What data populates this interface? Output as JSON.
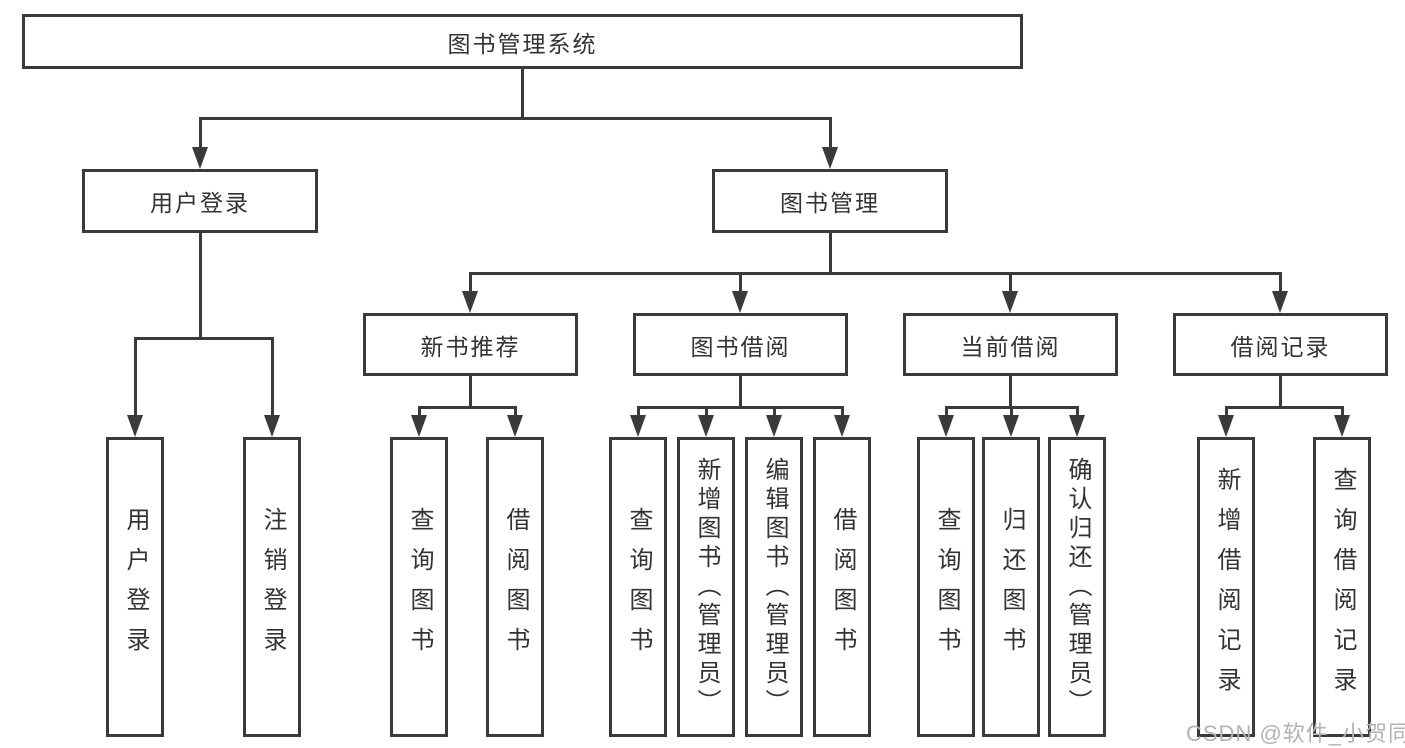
{
  "diagram": {
    "root": "图书管理系统",
    "level2": {
      "user_login": "用户登录",
      "book_management": "图书管理"
    },
    "level3": {
      "recommend": "新书推荐",
      "borrow": "图书借阅",
      "current": "当前借阅",
      "records": "借阅记录"
    },
    "leaves": {
      "user": [
        "用户登录",
        "注销登录"
      ],
      "recommend": [
        "查询图书",
        "借阅图书"
      ],
      "borrow": [
        "查询图书",
        "新增图书（管理员）",
        "编辑图书（管理员）",
        "借阅图书"
      ],
      "current": [
        "查询图书",
        "归还图书",
        "确认归还（管理员）"
      ],
      "records": [
        "新增借阅记录",
        "查询借阅记录"
      ]
    },
    "colors": {
      "line": "#3a3a3a",
      "box_border": "#3a3a3a",
      "text": "#333333",
      "watermark": "#b0b3b8"
    }
  },
  "watermark": "CSDN @软件_小贺同学"
}
